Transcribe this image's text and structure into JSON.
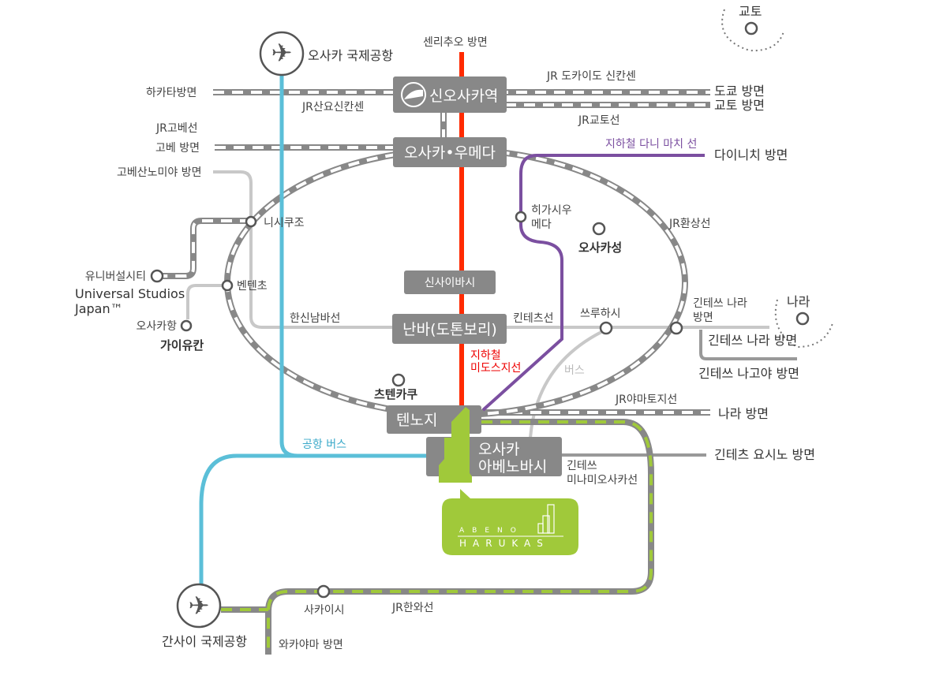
{
  "colors": {
    "rail": "#888888",
    "subway_midosuji": "#ff2a00",
    "airport_bus": "#5bbfd8",
    "subway_tanimachi": "#7b4fa0",
    "hanwa": "#a0c93a",
    "private": "#c8c8c8",
    "station_box": "#888888",
    "harukas": "#a0c93a"
  },
  "airports": {
    "itami": "오사카 국제공항",
    "kansai": "간사이 국제공항",
    "icon": "airplane-icon"
  },
  "stations": {
    "shin_osaka": "신오사카역",
    "umeda": "오사카•우메다",
    "shinsaibashi": "신사이바시",
    "namba": "난바(도톤보리)",
    "tennoji": "텐노지",
    "abenobashi_1": "오사카",
    "abenobashi_2": "아베노바시",
    "nishikujo": "니시쿠조",
    "bentencho": "벤텐초",
    "usj": "유니버설시티",
    "usj_en_1": "Universal Studios",
    "usj_en_2": "Japan™",
    "osakako": "오사카항",
    "kaiyukan": "가이유칸",
    "higashi_umeda_1": "히가시우",
    "higashi_umeda_2": "메다",
    "osaka_castle": "오사카성",
    "tsuruhashi": "쓰루하시",
    "shintennoji": "츠텐카쿠",
    "sakai": "사카이시",
    "nara": "나라",
    "kyoto": "교토"
  },
  "lines": {
    "senri_chuo": "센리추오 방면",
    "hakata": "하카타방면",
    "tokyo": "도쿄 방면",
    "kyoto_dir": "교토 방면",
    "jr_tokaido": "JR 도카이도 신칸센",
    "jr_sanyo": "JR산요신칸센",
    "jr_kyoto": "JR교토선",
    "jr_kobe": "JR고베선",
    "kobe_dir": "고베 방면",
    "kobe_sannomiya": "고베산노미야 방면",
    "tanimachi": "지하철 다니 마치 선",
    "dainichi": "다이니치 방면",
    "jr_loop": "JR환상선",
    "hanshin_namba": "한신남바선",
    "kintetsu": "킨테츠선",
    "kintetsu_nara_1": "긴테쓰 나라",
    "kintetsu_nara_2": "방면",
    "kintetsu_nara_dir": "긴테쓰 나라 방면",
    "kintetsu_nagoya": "긴테쓰 나고야 방면",
    "midosuji_1": "지하철",
    "midosuji_2": "미도스지선",
    "bus": "버스",
    "jr_yamatoji": "JR야마토지선",
    "nara_dir": "나라 방면",
    "airport_bus": "공항 버스",
    "yoshino": "긴테츠 요시노 방면",
    "minami_osaka_1": "긴테쓰",
    "minami_osaka_2": "미나미오사카선",
    "jr_hanwa": "JR한와선",
    "wakayama": "와카야마 방면"
  },
  "harukas": {
    "top": "ABENO",
    "bottom": "HARUKAS"
  }
}
